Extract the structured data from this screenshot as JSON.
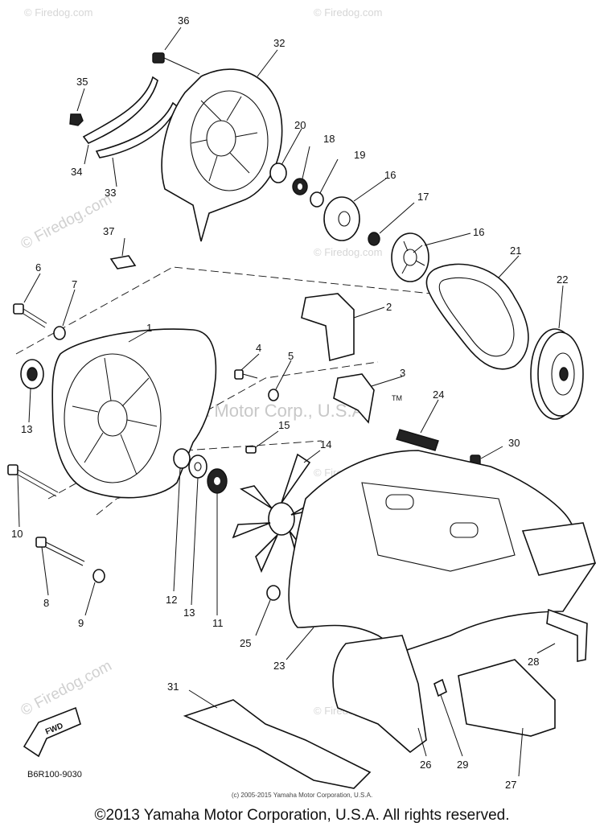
{
  "diagram": {
    "part_numbers": [
      "36",
      "35",
      "32",
      "20",
      "18",
      "19",
      "16",
      "17",
      "16",
      "34",
      "33",
      "37",
      "6",
      "7",
      "21",
      "22",
      "2",
      "1",
      "4",
      "5",
      "3",
      "24",
      "30",
      "13",
      "15",
      "14",
      "10",
      "8",
      "9",
      "12",
      "13",
      "11",
      "25",
      "23",
      "28",
      "31",
      "26",
      "29",
      "27"
    ],
    "fwd_label": "FWD",
    "drawing_code": "B6R100-9030",
    "tm_mark": "TM"
  },
  "watermarks": {
    "firedog": "© Firedog.com",
    "firedog_short": "Firedog.com",
    "center": "Yamaha Motor Corp., U.S.A."
  },
  "small_copyright": "(c) 2005-2015 Yamaha Motor Corporation, U.S.A.",
  "footer": "©2013 Yamaha Motor Corporation, U.S.A. All rights reserved."
}
